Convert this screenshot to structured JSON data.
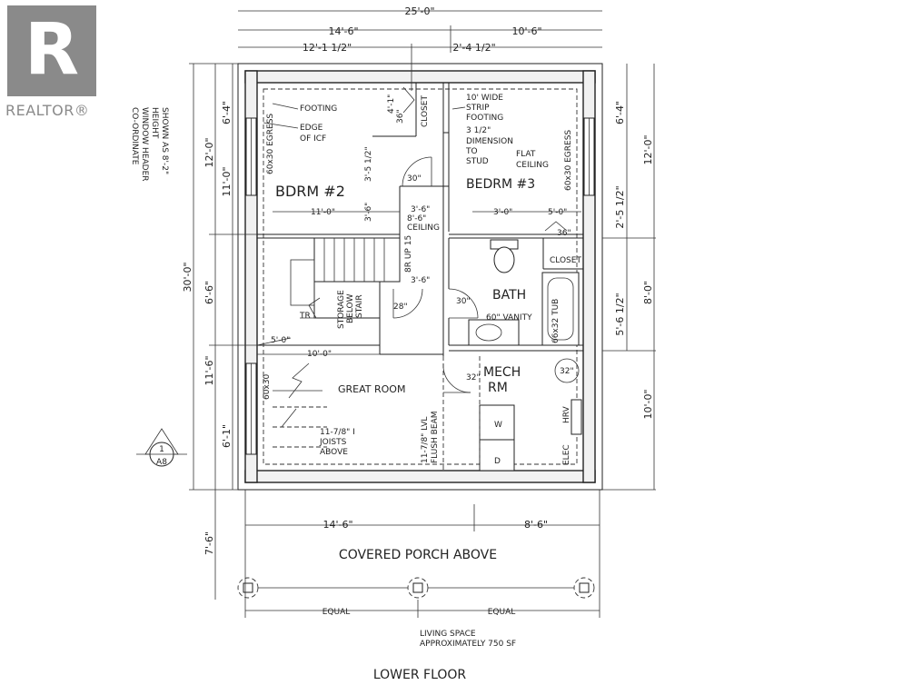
{
  "logo": {
    "mark": "R",
    "wordmark": "REALTOR®"
  },
  "note_window": [
    "CO-ORDINATE",
    "WINDOW HEADER",
    "HEIGHT",
    "SHOWN AS 8'-2\""
  ],
  "section_marker": {
    "number": "1",
    "sheet": "A8"
  },
  "dims_top": {
    "overall": "25'-0\"",
    "left": "14'-6\"",
    "right": "10'-6\"",
    "a": "12'-1 1/2\"",
    "b": "2'-4 1/2\""
  },
  "dims_left": {
    "overall": "30'-0\"",
    "a": "12'-0\"",
    "b": "6'-4\"",
    "c": "11'-0\"",
    "d": "6'-6\"",
    "e": "11'-6\"",
    "f": "6'-1\"",
    "g": "7'-6\""
  },
  "dims_right": {
    "a": "6'-4\"",
    "b": "12'-0\"",
    "c": "2'-5 1/2\"",
    "d": "8'-0\"",
    "e": "5'-6 1/2\"",
    "f": "10'-0\""
  },
  "dims_bottom": {
    "left": "14'-6\"",
    "right": "8'-6\"",
    "equal_l": "EQUAL",
    "equal_r": "EQUAL"
  },
  "rooms": {
    "bdrm2": "BDRM #2",
    "bdrm3": "BEDRM #3",
    "great": "GREAT ROOM",
    "bath": "BATH",
    "mech1": "MECH",
    "mech2": "RM",
    "porch": "COVERED PORCH ABOVE"
  },
  "labels": {
    "footing": "FOOTING",
    "edge1": "EDGE",
    "edge2": "OF ICF",
    "closet_top": "CLOSET",
    "door36_top": "36\"",
    "dim4_1": "4'-1\"",
    "strip1": "10' WIDE",
    "strip2": "STRIP",
    "strip3": "FOOTING",
    "dimstud1": "3 1/2\"",
    "dimstud2": "DIMENSION",
    "dimstud3": "TO",
    "dimstud4": "STUD",
    "flat1": "FLAT",
    "flat2": "CEILING",
    "egress_l": "60x30 EGRESS",
    "egress_r": "60x30 EGRESS",
    "d3_5": "3'-5 1/2\"",
    "d30": "30\"",
    "d3_6a": "3'-6\"",
    "d3_6b": "3'-6\"",
    "ceil1": "8'-6\"",
    "ceil2": "CEILING",
    "d11_0": "11'-0\"",
    "d3_0": "3'-0\"",
    "d5_0a": "5'-0\"",
    "d36": "36\"",
    "closet_bath": "CLOSET",
    "up": "8R UP 15",
    "d3_6c": "3'-6\"",
    "storage": [
      "STORAGE",
      "BELOW",
      "STAIR"
    ],
    "tr": "TR",
    "d28": "28\"",
    "d5_0b": "5'-0\"",
    "d10_0": "10'-0\"",
    "d30b": "30\"",
    "vanity": "60\" VANITY",
    "tub": "66x32 TUB",
    "d32a": "32\"",
    "d32b": "32\"",
    "hrv": "HRV",
    "elec": "ELEC",
    "w": "W",
    "dd": "D",
    "win_gr": "60x30",
    "joists": [
      "11-7/8\" I",
      "JOISTS",
      "ABOVE"
    ],
    "beam": [
      "11-7/8\" LVL",
      "FLUSH BEAM"
    ]
  },
  "living_space": [
    "LIVING SPACE",
    "APPROXIMATELY 750 SF"
  ],
  "floor_title": "LOWER FLOOR"
}
